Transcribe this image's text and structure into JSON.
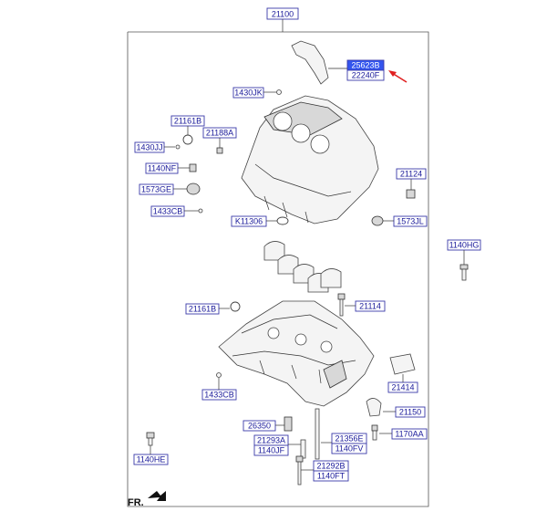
{
  "labels": {
    "l21100": "21100",
    "l25623b": "25623B",
    "l22240f": "22240F",
    "l1430jk": "1430JK",
    "l21161b_top": "21161B",
    "l1430jj": "1430JJ",
    "l21188a": "21188A",
    "l1140nf": "1140NF",
    "l1573ge": "1573GE",
    "l1433cb_top": "1433CB",
    "l21124": "21124",
    "lk11306": "K11306",
    "l1573jl": "1573JL",
    "l1140hg": "1140HG",
    "l21161b_bot": "21161B",
    "l21114": "21114",
    "l1433cb_bot": "1433CB",
    "l21414": "21414",
    "l21150": "21150",
    "l26350": "26350",
    "l21356e": "21356E",
    "l1170aa": "1170AA",
    "l21293a": "21293A",
    "l1140fv": "1140FV",
    "l1140jf": "1140JF",
    "l1140he": "1140HE",
    "l21292b": "21292B",
    "l1140ft": "1140FT",
    "fr": "FR."
  },
  "colors": {
    "label_text": "#1a1a9a",
    "label_border": "#3a3aa8",
    "highlight": "#3355ee",
    "arrow": "#e02020"
  },
  "icons": {
    "front_direction": "arrow-icon"
  }
}
